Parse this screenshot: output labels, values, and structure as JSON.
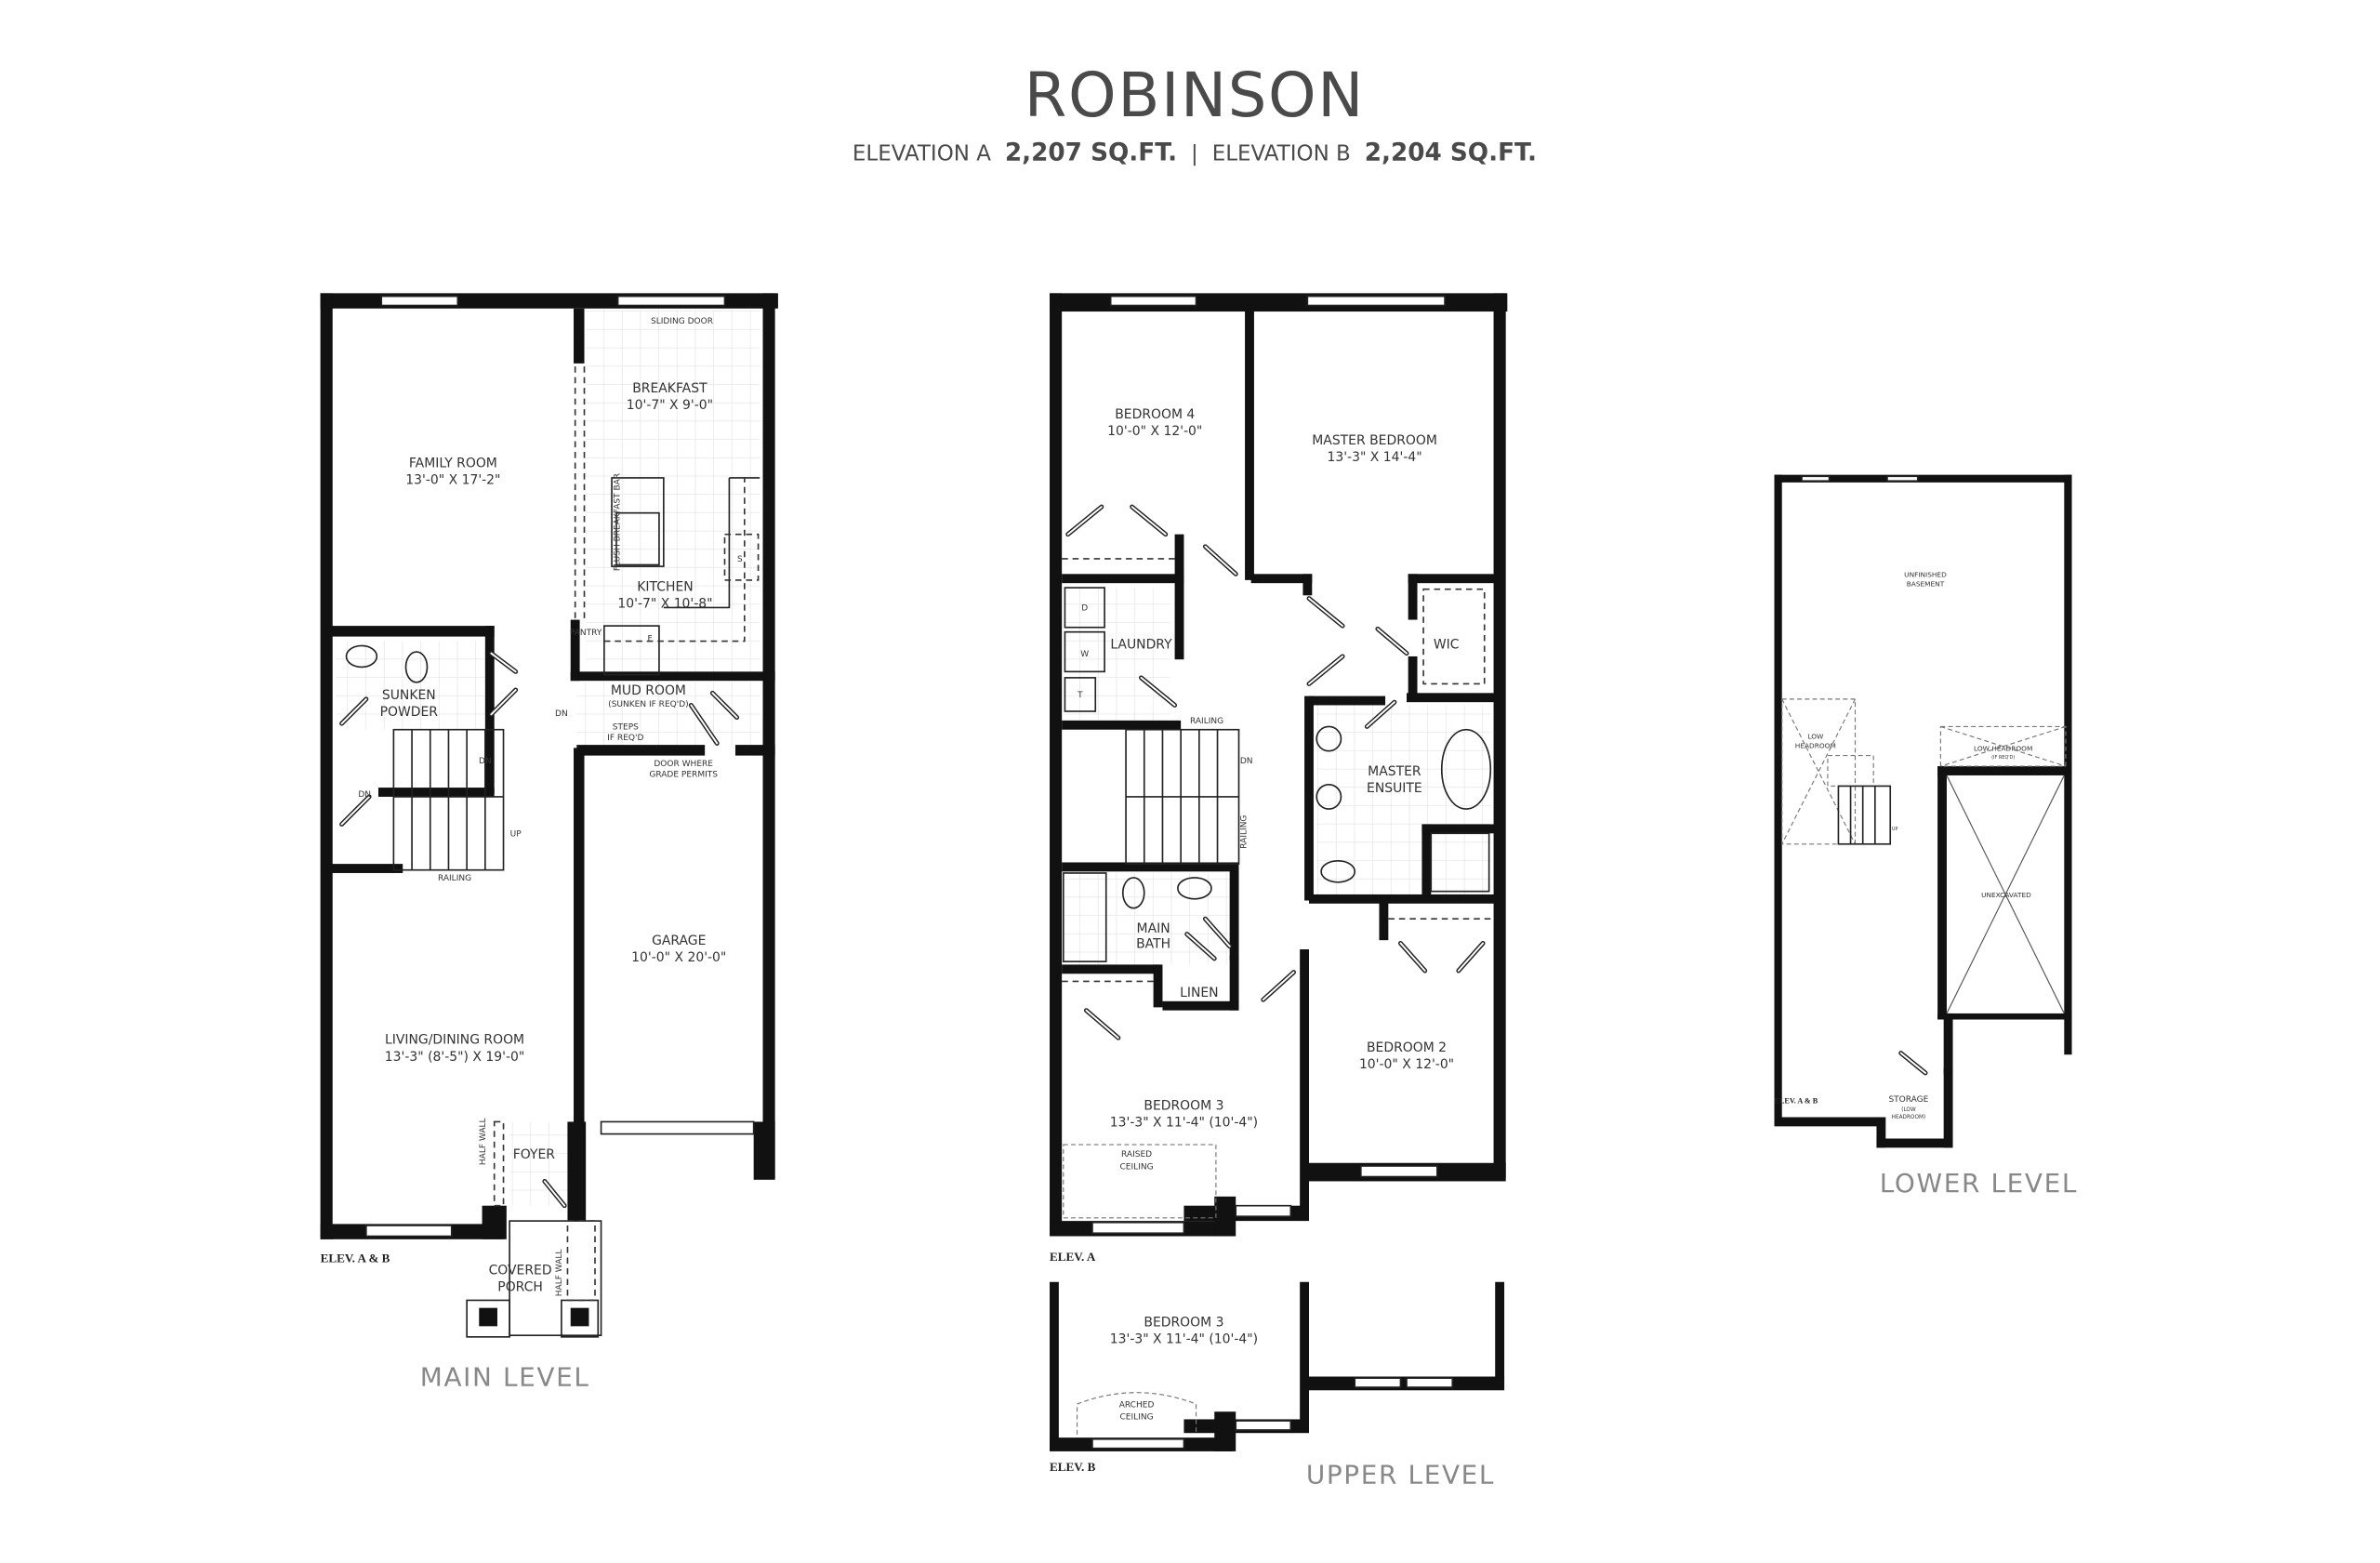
{
  "header": {
    "title": "ROBINSON",
    "elevation_a_label": "ELEVATION A",
    "elevation_a_area": "2,207 SQ.FT.",
    "separator": "|",
    "elevation_b_label": "ELEVATION B",
    "elevation_b_area": "2,204 SQ.FT."
  },
  "main_level": {
    "level_label": "MAIN LEVEL",
    "elevation_note": "ELEV. A & B",
    "rooms": {
      "family_room": {
        "name": "FAMILY ROOM",
        "size": "13'-0\" X 17'-2\""
      },
      "breakfast": {
        "name": "BREAKFAST",
        "size": "10'-7\" X 9'-0\""
      },
      "kitchen": {
        "name": "KITCHEN",
        "size": "10'-7\" X 10'-8\""
      },
      "sunken_powder": {
        "line1": "SUNKEN",
        "line2": "POWDER"
      },
      "mud_room": {
        "name": "MUD ROOM",
        "note": "(SUNKEN IF REQ'D)"
      },
      "garage": {
        "name": "GARAGE",
        "size": "10'-0\" X 20'-0\""
      },
      "living_dining": {
        "name": "LIVING/DINING ROOM",
        "size": "13'-3\" (8'-5\")  X 19'-0\""
      },
      "foyer": {
        "name": "FOYER"
      },
      "covered_porch": {
        "line1": "COVERED",
        "line2": "PORCH"
      }
    },
    "annotations": {
      "sliding_door": "SLIDING DOOR",
      "flush_breakfast_bar": "FLUSH BREAKFAST BAR",
      "pantry": "PANTRY",
      "fridge": "F",
      "stove": "S",
      "steps_line1": "STEPS",
      "steps_line2": "IF REQ'D",
      "door_where_line1": "DOOR WHERE",
      "door_where_line2": "GRADE PERMITS",
      "dn": "DN",
      "up": "UP",
      "railing": "RAILING",
      "half_wall": "HALF WALL"
    }
  },
  "upper_level": {
    "level_label": "UPPER LEVEL",
    "elevation_a_note": "ELEV. A",
    "elevation_b_note": "ELEV. B",
    "rooms": {
      "bedroom_4": {
        "name": "BEDROOM 4",
        "size": "10'-0\" X 12'-0\""
      },
      "master_bedroom": {
        "name": "MASTER BEDROOM",
        "size": "13'-3\" X 14'-4\""
      },
      "laundry": {
        "name": "LAUNDRY"
      },
      "wic": {
        "name": "WIC"
      },
      "master_ensuite": {
        "line1": "MASTER",
        "line2": "ENSUITE"
      },
      "main_bath": {
        "line1": "MAIN",
        "line2": "BATH"
      },
      "linen": {
        "name": "LINEN"
      },
      "bedroom_3": {
        "name": "BEDROOM 3",
        "size": "13'-3\" X 11'-4\" (10'-4\")"
      },
      "bedroom_2": {
        "name": "BEDROOM 2",
        "size": "10'-0\" X 12'-0\""
      }
    },
    "elev_b_rooms": {
      "bedroom_3": {
        "name": "BEDROOM 3",
        "size": "13'-3\" X 11'-4\" (10'-4\")"
      }
    },
    "annotations": {
      "dryer": "D",
      "washer": "W",
      "tub": "T",
      "railing": "RAILING",
      "dn": "DN",
      "raised_ceiling_line1": "RAISED",
      "raised_ceiling_line2": "CEILING",
      "arched_ceiling_line1": "ARCHED",
      "arched_ceiling_line2": "CEILING"
    }
  },
  "lower_level": {
    "level_label": "LOWER LEVEL",
    "elevation_note": "ELEV. A & B",
    "rooms": {
      "unfinished_basement": {
        "line1": "UNFINISHED",
        "line2": "BASEMENT"
      },
      "low_headroom": {
        "line1": "LOW",
        "line2": "HEADROOM"
      },
      "low_headroom_right": {
        "name": "LOW HEADROOM",
        "note": "(IF REQ'D)"
      },
      "unexcavated": {
        "name": "UNEXCAVATED"
      },
      "storage": {
        "name": "STORAGE",
        "note1": "(LOW",
        "note2": "HEADROOM)"
      }
    },
    "annotations": {
      "up": "UP"
    }
  }
}
